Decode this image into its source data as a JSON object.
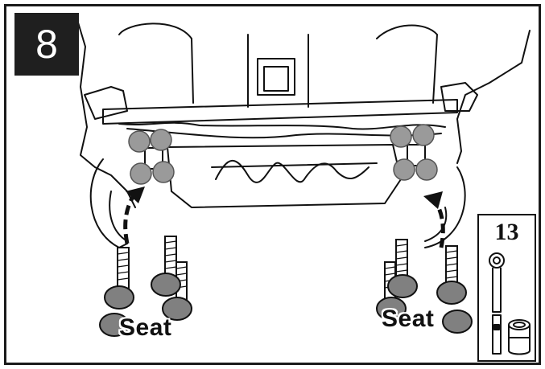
{
  "step": {
    "number": "8"
  },
  "labels": {
    "seat_left": "Seat",
    "seat_right": "Seat"
  },
  "tool": {
    "socket_size": "13",
    "items": [
      "ratchet-wrench",
      "extension-bar",
      "socket"
    ]
  },
  "colors": {
    "frame": "#1a1a1a",
    "badge": "#1f1f1f",
    "highlight": "#9a9a9a",
    "bolt": "#808080",
    "line": "#111111"
  }
}
